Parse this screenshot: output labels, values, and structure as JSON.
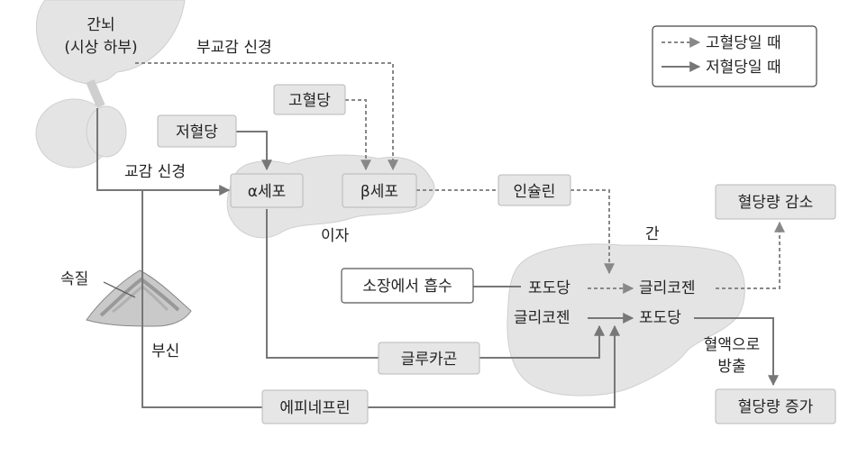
{
  "legend": {
    "high_glucose": "고혈당일 때",
    "low_glucose": "저혈당일 때"
  },
  "labels": {
    "hypothalamus": "간뇌",
    "hypothalamus_sub": "(시상 하부)",
    "parasympathetic": "부교감 신경",
    "sympathetic": "교감 신경",
    "high_glucose": "고혈당",
    "low_glucose": "저혈당",
    "alpha_cell": "α세포",
    "beta_cell": "β세포",
    "pancreas": "이자",
    "insulin": "인슐린",
    "liver": "간",
    "intestine_absorption": "소장에서 흡수",
    "glucose_left": "포도당",
    "glycogen_left": "글리코젠",
    "glycogen_right": "글리코젠",
    "glucose_right": "포도당",
    "glucose_decrease": "혈당량 감소",
    "glucose_increase": "혈당량 증가",
    "release_line1": "혈액으로",
    "release_line2": "방출",
    "medulla": "속질",
    "adrenal": "부신",
    "glucagon": "글루카곤",
    "epinephrine": "에피네프린"
  },
  "colors": {
    "box_fill": "#e6e6e6",
    "arrow_gray": "#777777",
    "organ_fill": "#e4e4e4"
  }
}
